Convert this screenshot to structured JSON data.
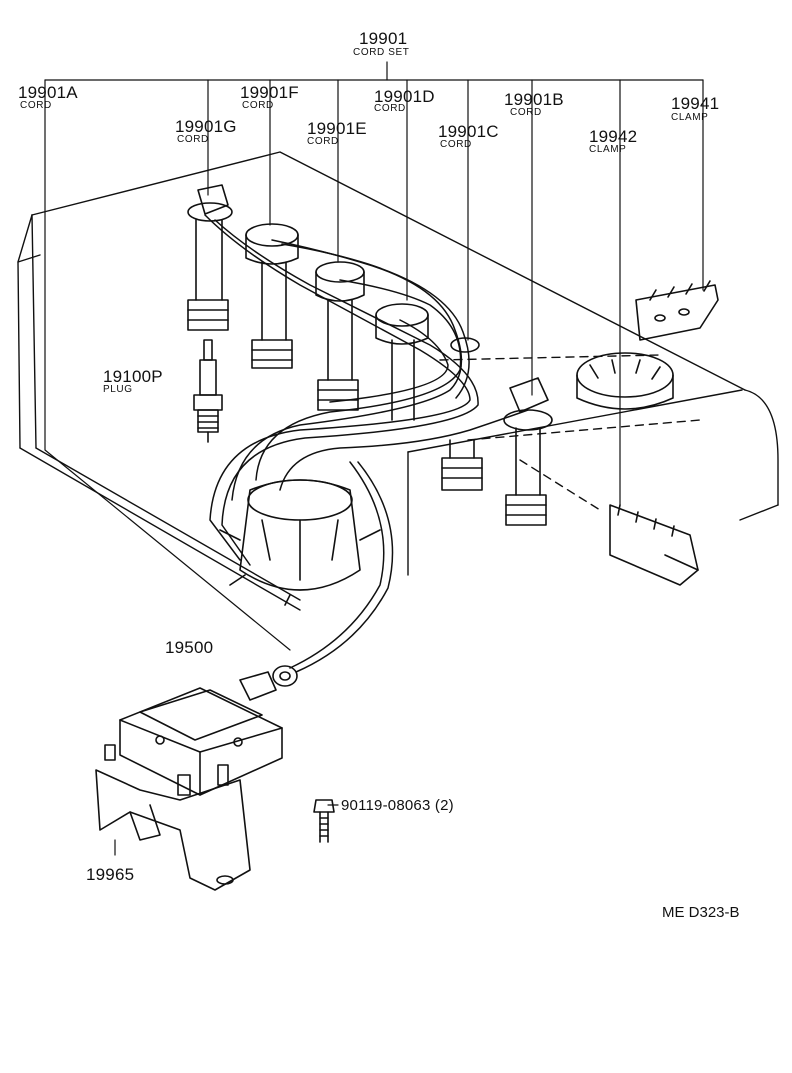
{
  "labels": {
    "cord_set": {
      "number": "19901",
      "name": "CORD SET"
    },
    "cord_a": {
      "number": "19901A",
      "name": "CORD"
    },
    "cord_f": {
      "number": "19901F",
      "name": "CORD"
    },
    "cord_g": {
      "number": "19901G",
      "name": "CORD"
    },
    "cord_e": {
      "number": "19901E",
      "name": "CORD"
    },
    "cord_d": {
      "number": "19901D",
      "name": "CORD"
    },
    "cord_c": {
      "number": "19901C",
      "name": "CORD"
    },
    "cord_b": {
      "number": "19901B",
      "name": "CORD"
    },
    "clamp_19942": {
      "number": "19942",
      "name": "CLAMP"
    },
    "clamp_19941": {
      "number": "19941",
      "name": "CLAMP"
    },
    "plug": {
      "number": "19100P",
      "name": "PLUG"
    },
    "coil": {
      "number": "19500"
    },
    "bracket": {
      "number": "19965"
    },
    "bolt": {
      "number": "90119-08063 (2)"
    }
  },
  "reference": "ME  D323-B"
}
